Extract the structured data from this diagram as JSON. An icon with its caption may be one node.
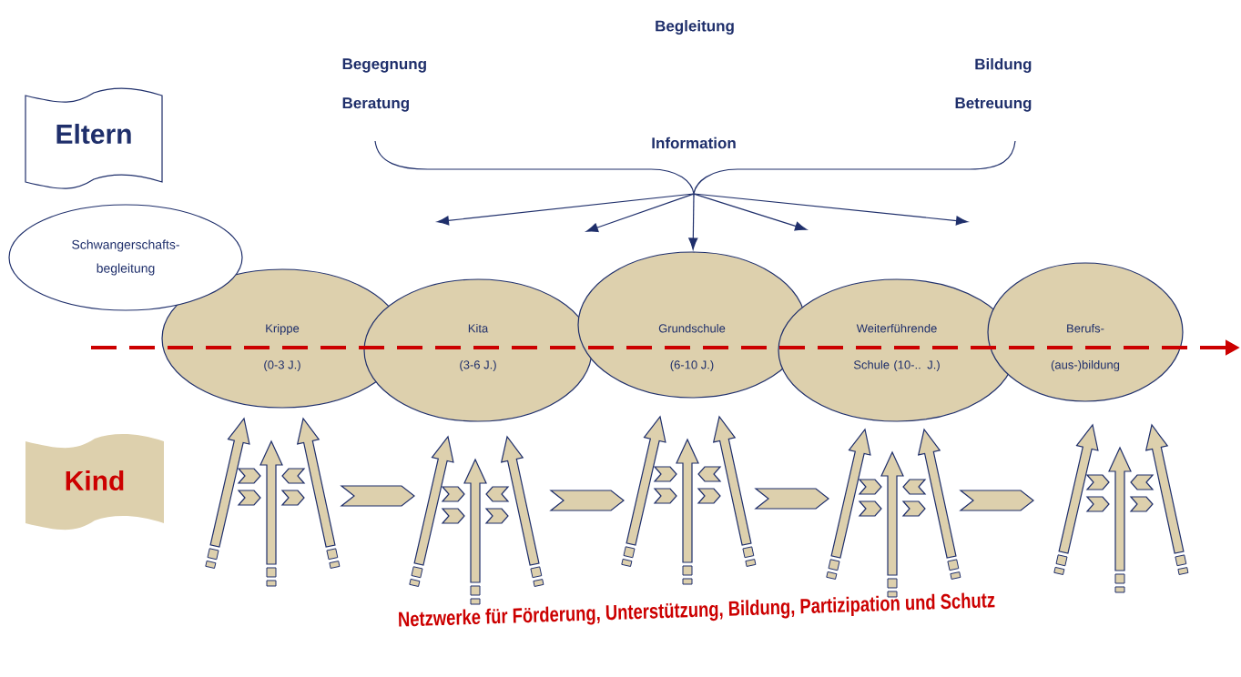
{
  "diagram": {
    "nodes": [
      {
        "text": [
          "Eltern"
        ]
      },
      {
        "text": [
          "Kind"
        ]
      },
      {
        "text": [
          "Schwangerschafts- begleitung"
        ]
      },
      {
        "text": [
          "Krippe",
          "(0-3 J.)"
        ]
      },
      {
        "text": [
          "Kita",
          "(3-6 J.)"
        ]
      },
      {
        "text": [
          "Grundschule",
          "(6-10 J.)"
        ]
      },
      {
        "text": [
          "Weiterführende Schule (10-.. J.)"
        ]
      },
      {
        "text": [
          "Berufs- (aus-)bildung"
        ]
      },
      {
        "text": [],
        "shape": "brace"
      }
    ],
    "edges": [
      {
        "from": 8,
        "to": null,
        "arrow": "to"
      },
      {
        "from": 8,
        "to": null,
        "arrow": "to"
      },
      {
        "from": 8,
        "to": 5,
        "arrow": "to"
      },
      {
        "from": 8,
        "to": null,
        "arrow": "to"
      },
      {
        "from": 8,
        "to": null,
        "arrow": "to"
      }
    ],
    "labels": [
      "Begleitung",
      "Begegnung",
      "Bildung",
      "Beratung",
      "Betreuung",
      "Information",
      "Netzwerke für Förderung, Unterstützung, Bildung, Partizipation und Schutz"
    ]
  }
}
